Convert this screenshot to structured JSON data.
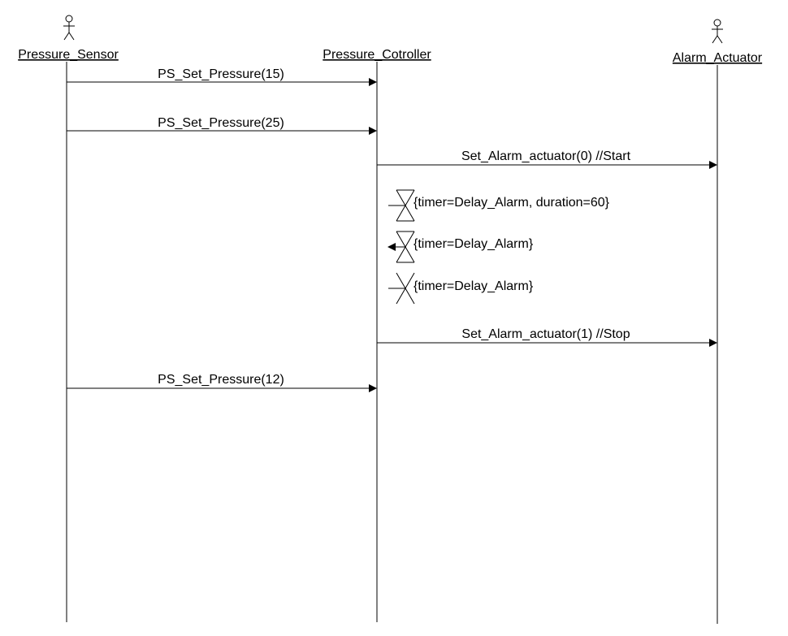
{
  "diagram": {
    "type": "uml-sequence",
    "participants": [
      {
        "id": "sensor",
        "label": "Pressure_Sensor"
      },
      {
        "id": "controller",
        "label": "Pressure_Cotroller"
      },
      {
        "id": "actuator",
        "label": "Alarm_Actuator"
      }
    ],
    "messages": [
      {
        "from": "sensor",
        "to": "controller",
        "label": "PS_Set_Pressure(15)"
      },
      {
        "from": "sensor",
        "to": "controller",
        "label": "PS_Set_Pressure(25)"
      },
      {
        "from": "controller",
        "to": "actuator",
        "label": "Set_Alarm_actuator(0) //Start"
      },
      {
        "from": "controller",
        "to": "actuator",
        "label": "Set_Alarm_actuator(1) //Stop"
      },
      {
        "from": "sensor",
        "to": "controller",
        "label": "PS_Set_Pressure(12)"
      }
    ],
    "timers": [
      {
        "kind": "set",
        "on": "controller",
        "label": "{timer=Delay_Alarm, duration=60}"
      },
      {
        "kind": "timeout",
        "on": "controller",
        "label": "{timer=Delay_Alarm}"
      },
      {
        "kind": "reset",
        "on": "controller",
        "label": "{timer=Delay_Alarm}"
      }
    ]
  }
}
